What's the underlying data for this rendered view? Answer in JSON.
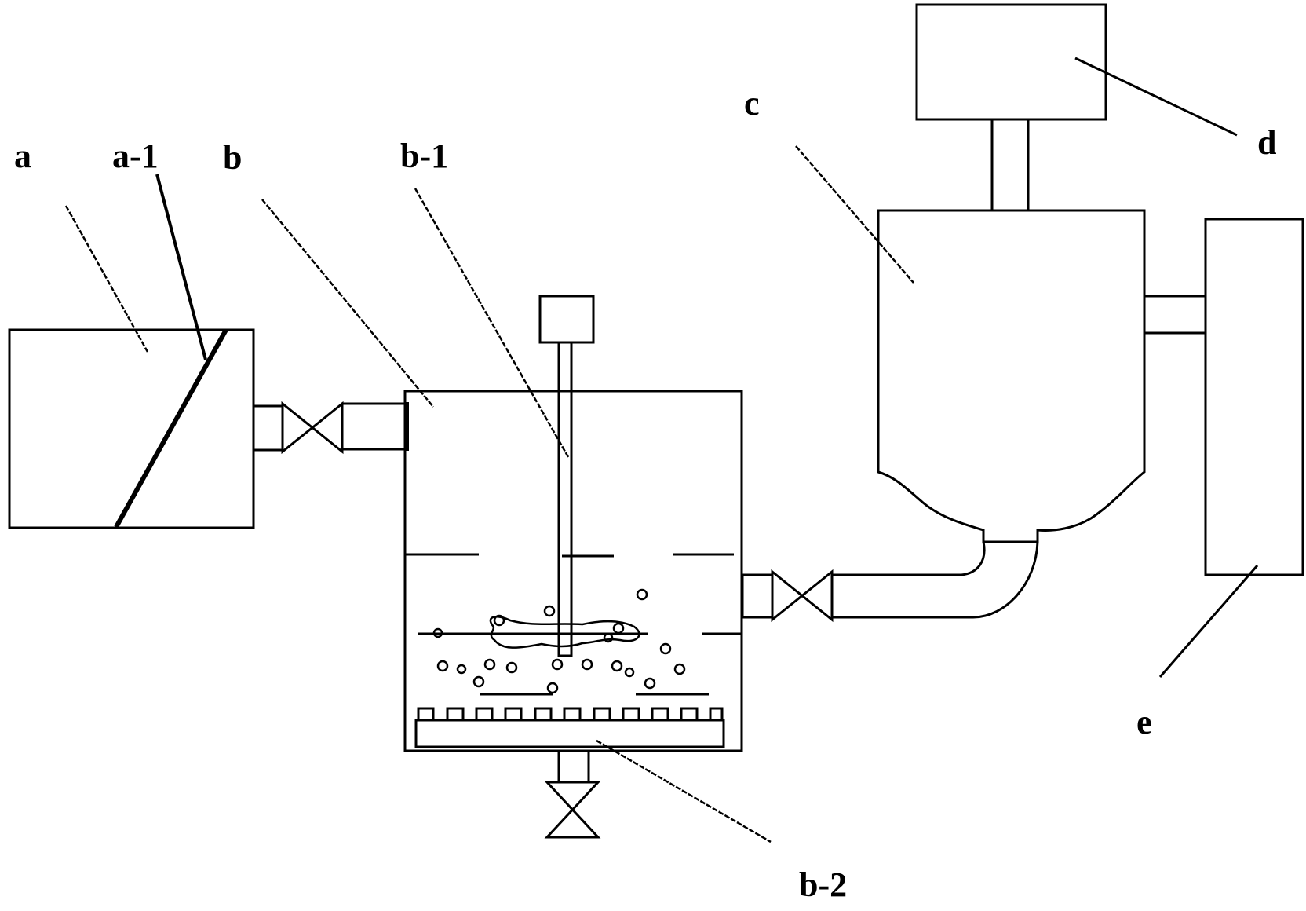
{
  "labels": {
    "a": "a",
    "a1": "a-1",
    "b": "b",
    "b1": "b-1",
    "b2": "b-2",
    "c": "c",
    "d": "d",
    "e": "e"
  },
  "colors": {
    "stroke": "#000000",
    "background": "#ffffff"
  }
}
